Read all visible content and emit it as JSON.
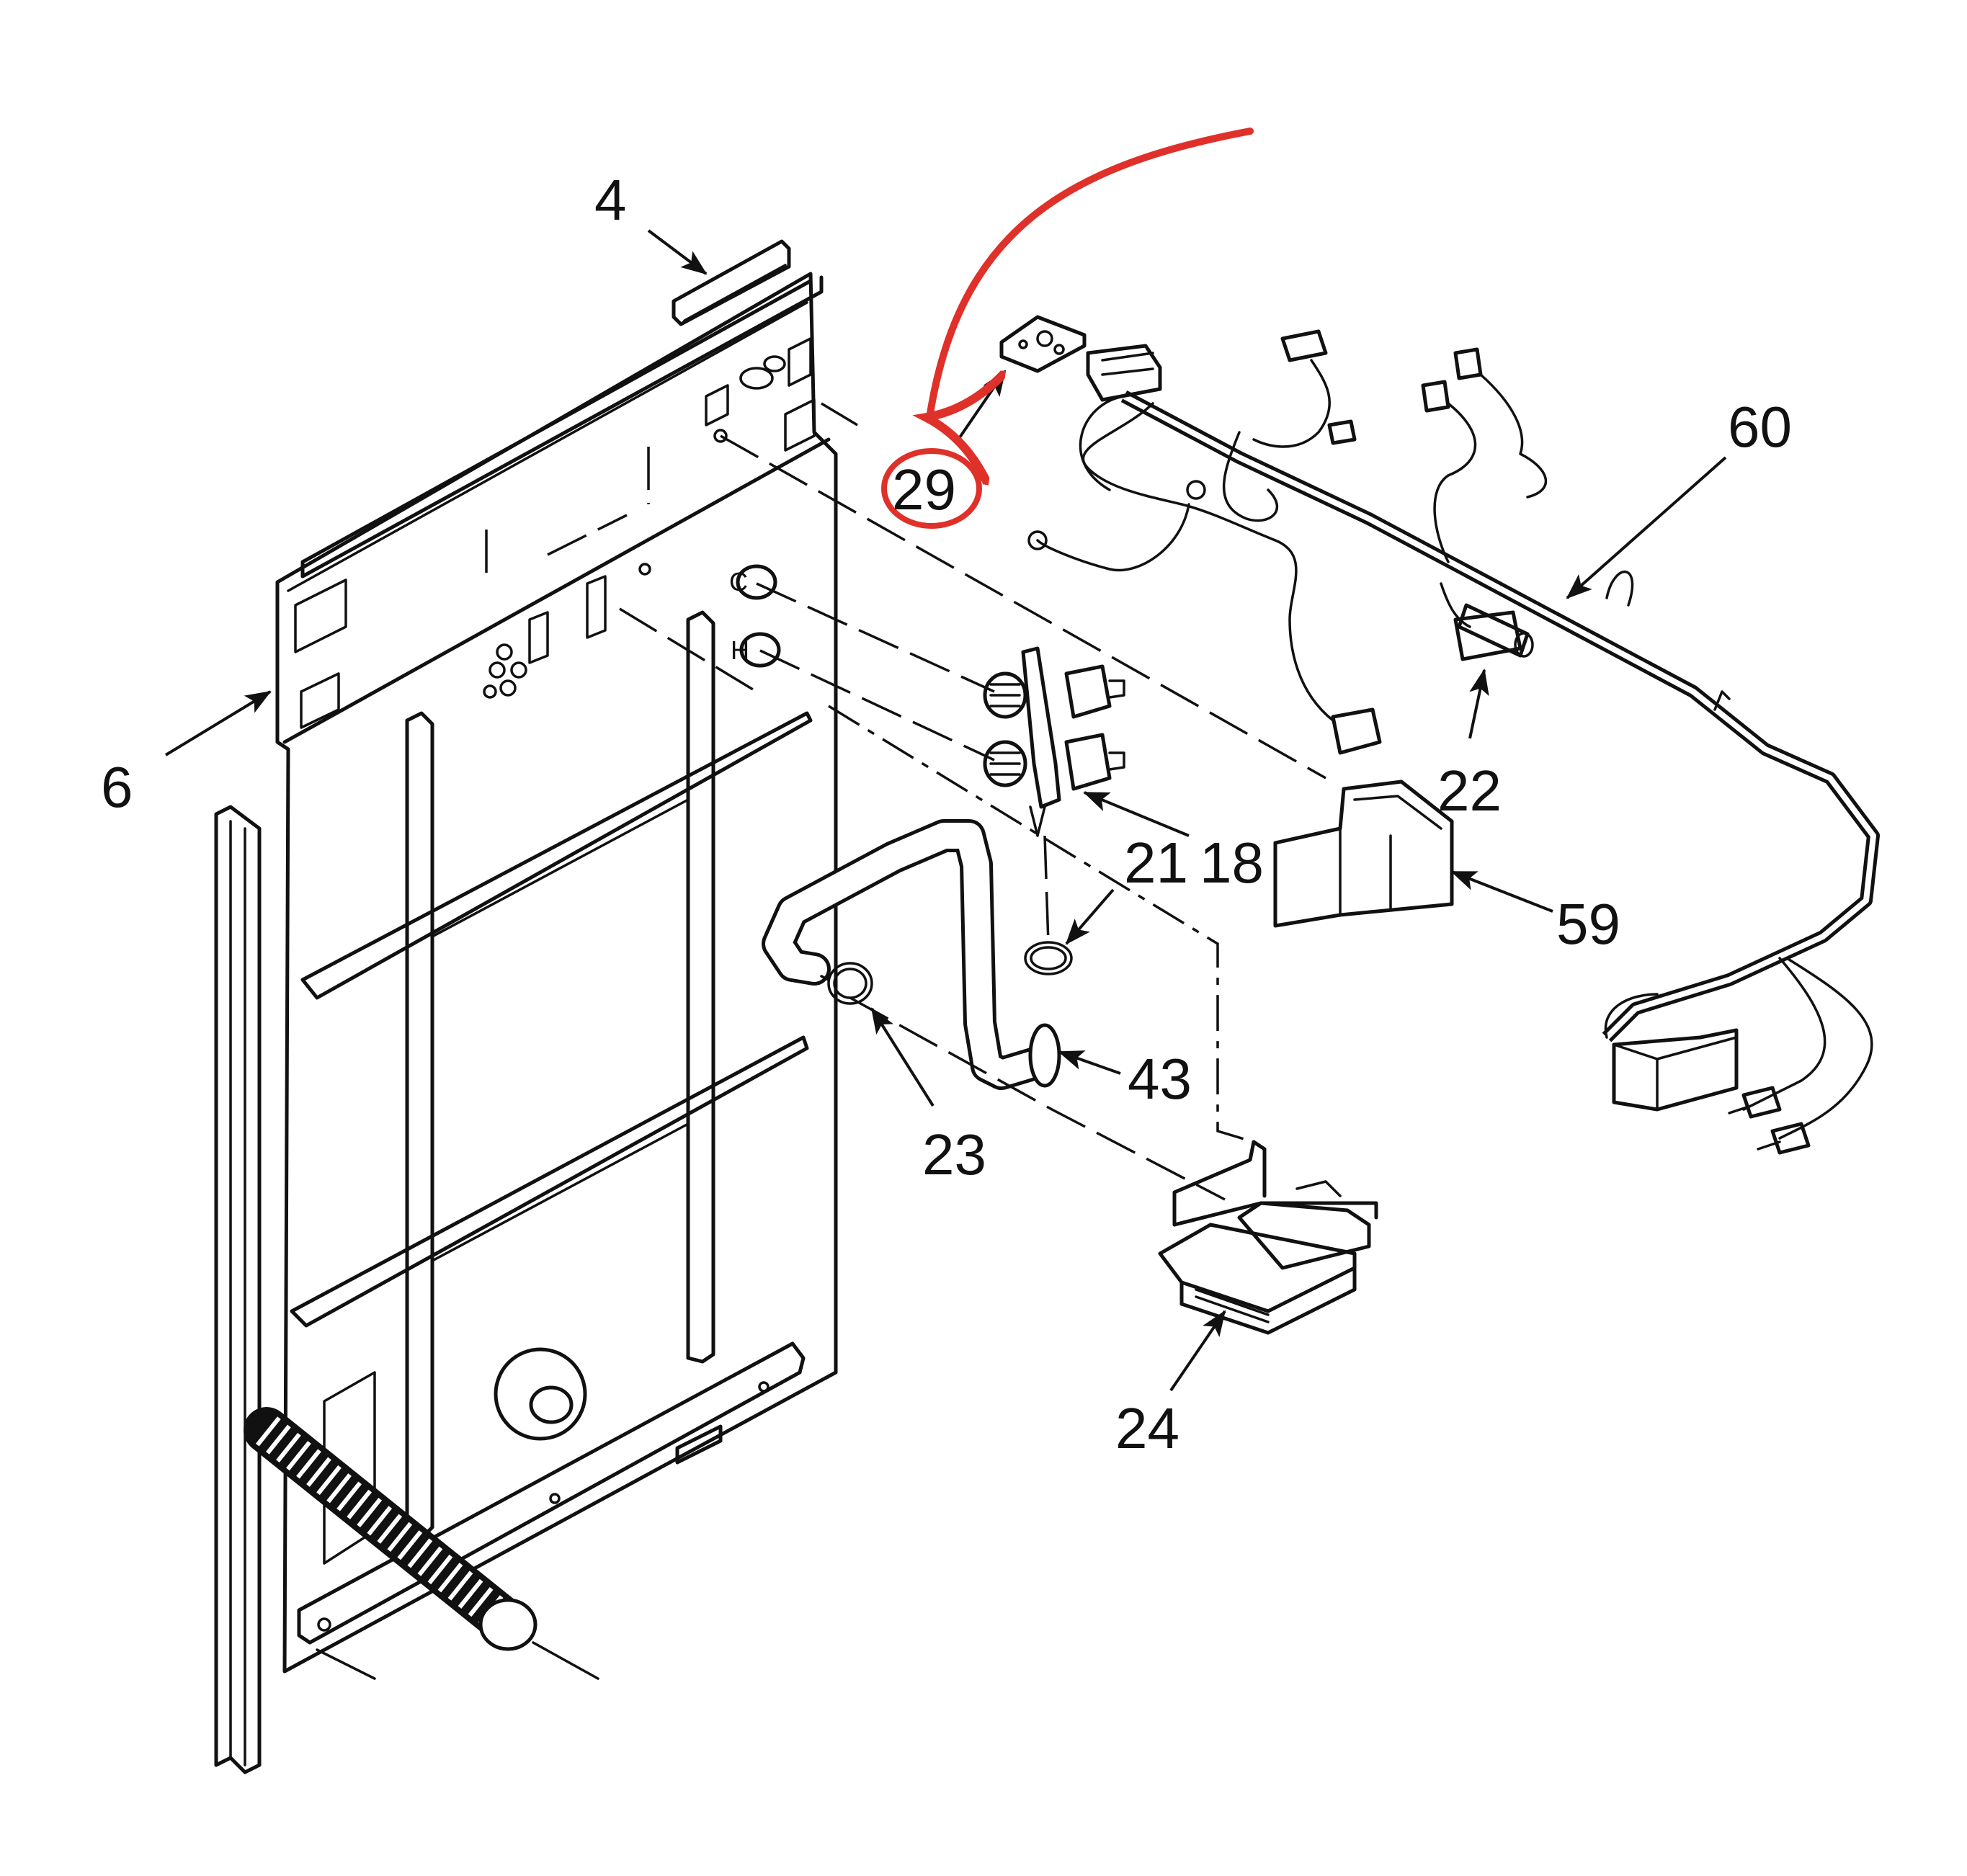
{
  "callouts": {
    "c4": "4",
    "c6": "6",
    "c18": "18",
    "c21": "21",
    "c22": "22",
    "c23": "23",
    "c24": "24",
    "c29": "29",
    "c43": "43",
    "c59": "59",
    "c60": "60"
  },
  "valve_ports": {
    "cold": "C",
    "hot": "H"
  },
  "highlight": {
    "target": "29",
    "color": "#e0302a"
  }
}
